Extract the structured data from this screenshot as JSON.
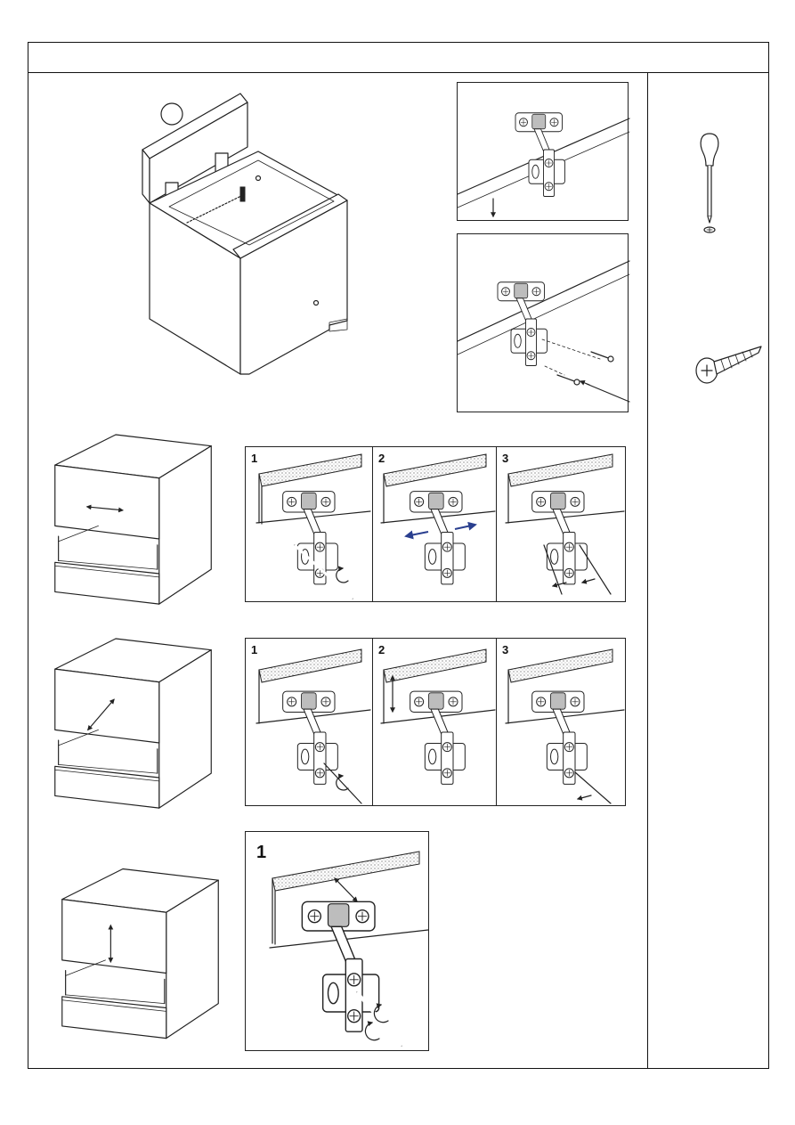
{
  "page": {
    "header_text": ""
  },
  "figures": {
    "step_a": {
      "label": ""
    },
    "row1": {
      "steps": [
        "1",
        "2",
        "3"
      ]
    },
    "row2": {
      "steps": [
        "1",
        "2",
        "3"
      ]
    },
    "row3": {
      "steps": [
        "1"
      ]
    }
  },
  "tools": {
    "items": [
      {
        "icon": "screwdriver-icon"
      },
      {
        "icon": "screw-icon"
      }
    ]
  }
}
